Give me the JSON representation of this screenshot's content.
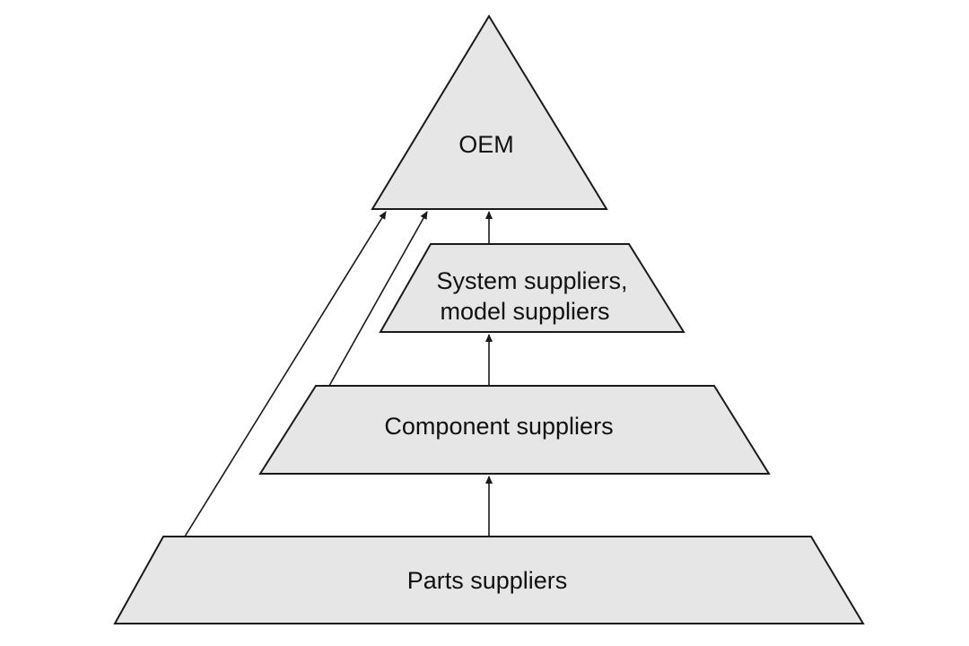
{
  "diagram": {
    "tiers": {
      "oem": {
        "label": "OEM"
      },
      "system": {
        "line1": "System suppliers,",
        "line2": "model suppliers"
      },
      "component": {
        "label": "Component suppliers"
      },
      "parts": {
        "label": "Parts suppliers"
      }
    },
    "colors": {
      "fill": "#e6e6e6",
      "stroke": "#1a1a1a",
      "text": "#111111"
    }
  }
}
